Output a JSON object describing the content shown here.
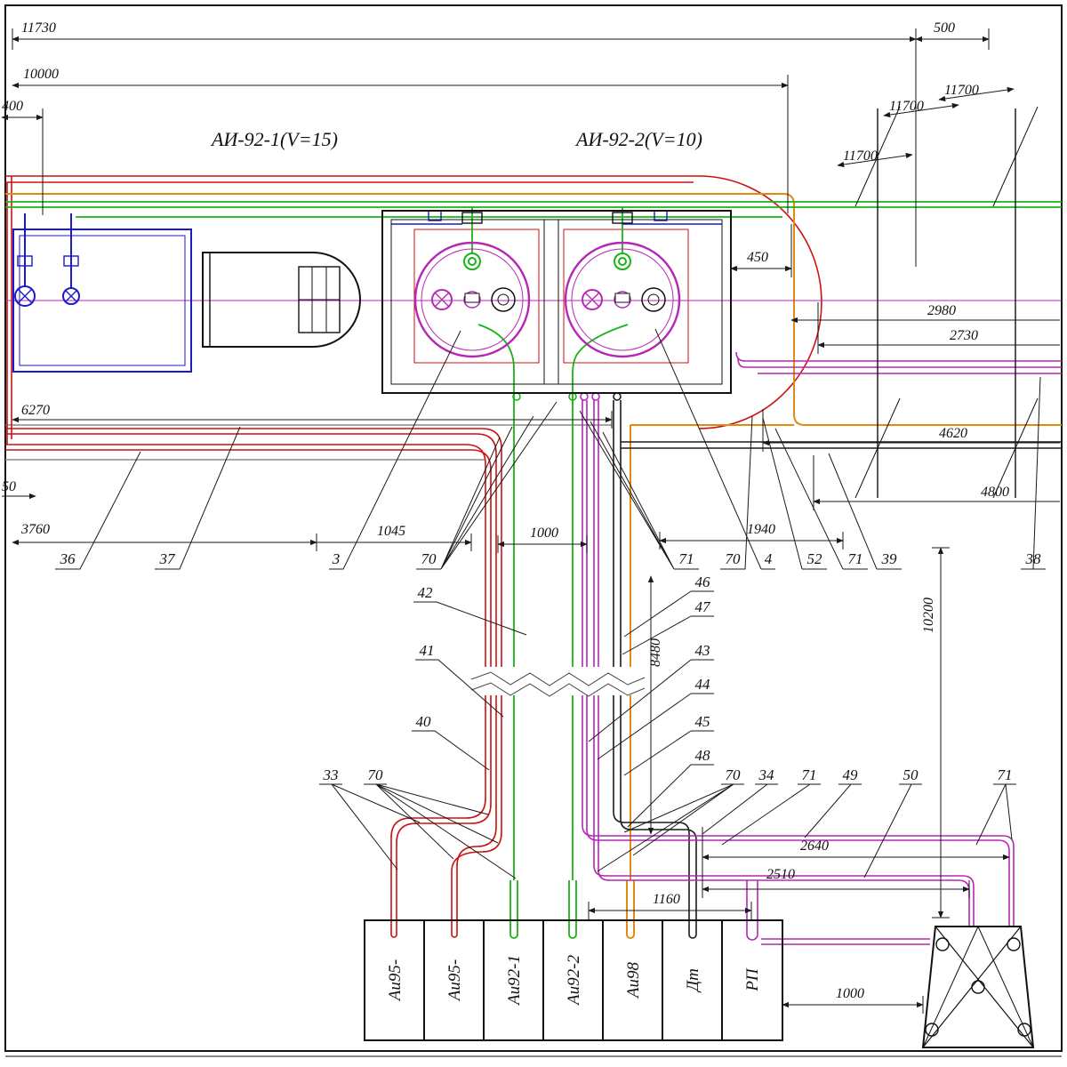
{
  "drawing": {
    "tank1_label": "АИ-92-1(V=15)",
    "tank2_label": "АИ-92-2(V=10)"
  },
  "dims": {
    "top_width": "11730",
    "top_right": "500",
    "second_width": "10000",
    "left_offset": "400",
    "road_1": "11700",
    "road_2": "11700",
    "road_3": "11700",
    "pit_right": "450",
    "right_1": "2980",
    "right_2": "2730",
    "right_3": "4620",
    "right_4": "4800",
    "left_run": "6270",
    "left_small": "50",
    "bottom_left": "3760",
    "seg_1045": "1045",
    "seg_1000": "1000",
    "seg_1940": "1940",
    "vert_right": "10200",
    "vert_mid": "8480",
    "low_1": "2640",
    "low_2": "2510",
    "low_3": "1160",
    "low_4": "1000"
  },
  "callouts": {
    "row1": [
      "36",
      "37",
      "3",
      "70",
      "71",
      "70",
      "4",
      "52",
      "71",
      "39",
      "38"
    ],
    "mid": [
      "42",
      "46",
      "47",
      "41",
      "43",
      "44",
      "45",
      "40",
      "48"
    ],
    "low": [
      "33",
      "70",
      "70",
      "34",
      "71",
      "49",
      "50",
      "71"
    ]
  },
  "dispensers": [
    "Аи95-",
    "Аи95-",
    "Аи92-1",
    "Аи92-2",
    "Аи98",
    "Дт",
    "РП"
  ],
  "colors": {
    "red": "#cc1111",
    "green": "#17b417",
    "magenta": "#b428b4",
    "blue": "#1a1acc",
    "orange": "#e08a10",
    "pipe_black": "#1c1c1c",
    "gray": "#8a8a8a",
    "line": "#1a1a1a"
  }
}
